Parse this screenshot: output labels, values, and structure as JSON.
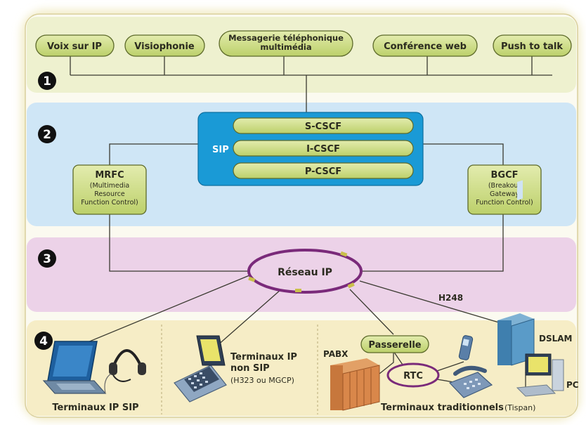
{
  "services": [
    "Voix sur IP",
    "Visiophonie",
    "Messagerie téléphonique multimédia",
    "Conférence web",
    "Push to talk"
  ],
  "layers": [
    "1",
    "2",
    "3",
    "4"
  ],
  "ims": {
    "sip_label": "SIP",
    "cscf": [
      "S-CSCF",
      "I-CSCF",
      "P-CSCF"
    ],
    "mrfc": {
      "title": "MRFC",
      "lines": [
        "(Multimedia",
        "Resource",
        "Function Control)"
      ]
    },
    "bgcf": {
      "title": "BGCF",
      "lines": [
        "(Breakout",
        "Gateway",
        "Function Control)"
      ]
    }
  },
  "network": {
    "label": "Réseau IP",
    "h248": "H248"
  },
  "terminals": {
    "ip_sip": "Terminaux IP SIP",
    "ip_non_sip": [
      "Terminaux IP",
      "non SIP"
    ],
    "ip_non_sip_note": "(H323 ou MGCP)",
    "pabx": "PABX",
    "passerelle": "Passerelle",
    "rtc": "RTC",
    "dslam": "DSLAM",
    "pc": "PC",
    "traditional": "Terminaux traditionnels",
    "traditional_note": "(Tispan)"
  },
  "colors": {
    "green_band": "#eef1cf",
    "blue_band": "#cfe6f6",
    "pink_band": "#ecd2e8",
    "pill": "#d2e08c",
    "sip_box": "#1a9ad6",
    "ring": "#7a2a7a"
  }
}
